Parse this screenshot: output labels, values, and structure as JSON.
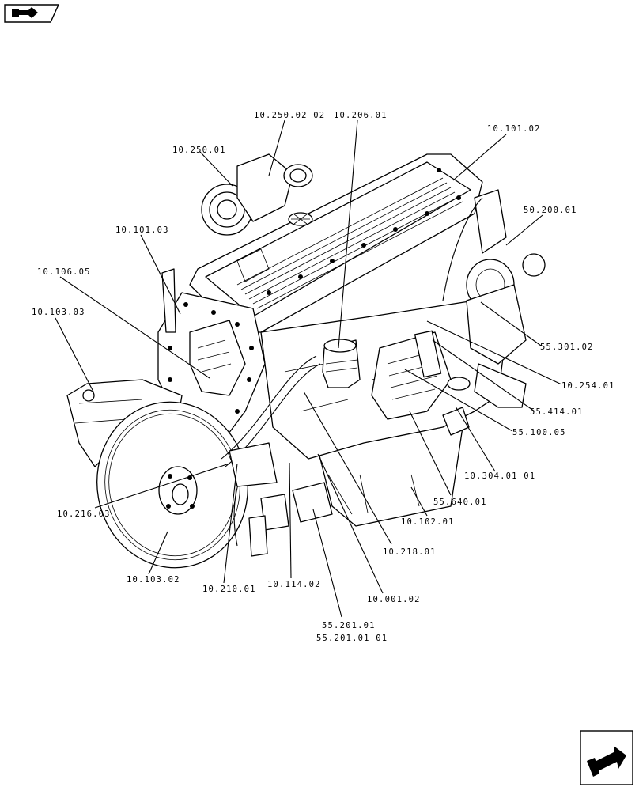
{
  "labels": {
    "l1": "10.250.02 02",
    "l2": "10.206.01",
    "l3": "10.101.02",
    "l4": "10.250.01",
    "l5": "50.200.01",
    "l6": "10.101.03",
    "l7": "10.106.05",
    "l8": "10.103.03",
    "l9": "55.301.02",
    "l10": "10.254.01",
    "l11": "55.414.01",
    "l12": "55.100.05",
    "l13": "10.304.01 01",
    "l14": "55.640.01",
    "l15": "10.102.01",
    "l16": "10.216.03",
    "l17": "10.218.01",
    "l18": "10.103.02",
    "l19": "10.210.01",
    "l20": "10.114.02",
    "l21": "10.001.02",
    "l22": "55.201.01",
    "l23": "55.201.01 01"
  },
  "icons": {
    "top_left": "book-arrow-icon",
    "bottom_right": "next-page-arrow-icon"
  }
}
